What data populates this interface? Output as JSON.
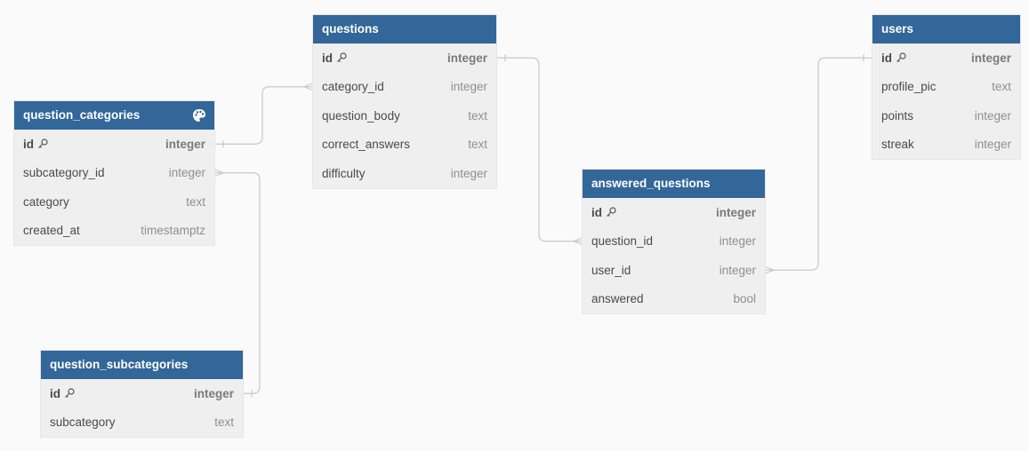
{
  "tables": [
    {
      "id": "question_categories",
      "name": "question_categories",
      "header_icon": "palette-icon",
      "columns": [
        {
          "name": "id",
          "type": "integer",
          "pk": true
        },
        {
          "name": "subcategory_id",
          "type": "integer"
        },
        {
          "name": "category",
          "type": "text"
        },
        {
          "name": "created_at",
          "type": "timestamptz"
        }
      ]
    },
    {
      "id": "question_subcategories",
      "name": "question_subcategories",
      "columns": [
        {
          "name": "id",
          "type": "integer",
          "pk": true
        },
        {
          "name": "subcategory",
          "type": "text"
        }
      ]
    },
    {
      "id": "questions",
      "name": "questions",
      "columns": [
        {
          "name": "id",
          "type": "integer",
          "pk": true
        },
        {
          "name": "category_id",
          "type": "integer"
        },
        {
          "name": "question_body",
          "type": "text"
        },
        {
          "name": "correct_answers",
          "type": "text"
        },
        {
          "name": "difficulty",
          "type": "integer"
        }
      ]
    },
    {
      "id": "answered_questions",
      "name": "answered_questions",
      "columns": [
        {
          "name": "id",
          "type": "integer",
          "pk": true
        },
        {
          "name": "question_id",
          "type": "integer"
        },
        {
          "name": "user_id",
          "type": "integer"
        },
        {
          "name": "answered",
          "type": "bool"
        }
      ]
    },
    {
      "id": "users",
      "name": "users",
      "columns": [
        {
          "name": "id",
          "type": "integer",
          "pk": true
        },
        {
          "name": "profile_pic",
          "type": "text"
        },
        {
          "name": "points",
          "type": "integer"
        },
        {
          "name": "streak",
          "type": "integer"
        }
      ]
    }
  ],
  "relations": [
    {
      "from_table": "questions",
      "from_column": "category_id",
      "to_table": "question_categories",
      "to_column": "id"
    },
    {
      "from_table": "question_categories",
      "from_column": "subcategory_id",
      "to_table": "question_subcategories",
      "to_column": "id"
    },
    {
      "from_table": "answered_questions",
      "from_column": "question_id",
      "to_table": "questions",
      "to_column": "id"
    },
    {
      "from_table": "answered_questions",
      "from_column": "user_id",
      "to_table": "users",
      "to_column": "id"
    }
  ],
  "colors": {
    "header": "#336699",
    "body": "#efefef",
    "line": "#c8c8c8",
    "background": "#fafafa"
  }
}
